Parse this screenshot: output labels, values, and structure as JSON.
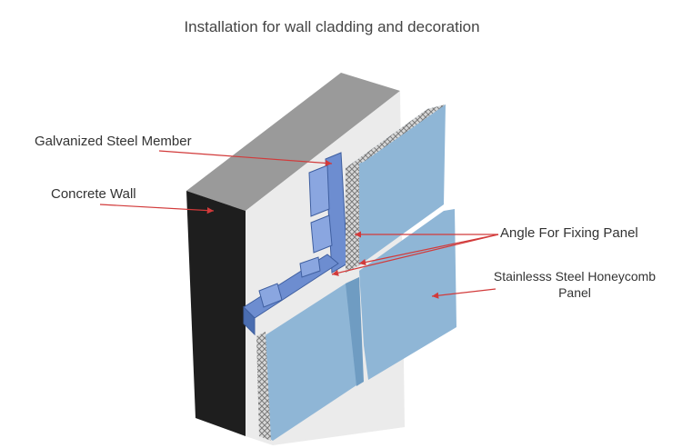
{
  "title": "Installation for wall cladding and decoration",
  "labels": {
    "steel_member": "Galvanized Steel Member",
    "concrete_wall": "Concrete Wall",
    "angle": "Angle For Fixing Panel",
    "panel_line1": "Stainlesss Steel Honeycomb",
    "panel_line2": "Panel"
  },
  "colors": {
    "panel": "#8fb6d6",
    "panel_dark": "#6f9cc2",
    "steel": "#6d8dd0",
    "wall_top": "#9a9a9a",
    "wall_side": "#1e1e1e",
    "wall_face": "#e9e9e9",
    "arrow": "#d23a3a"
  }
}
